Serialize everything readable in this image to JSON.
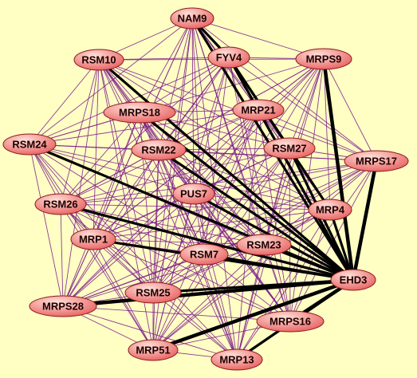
{
  "graph": {
    "colors": {
      "background": "#ffffc4",
      "edge_weak": "#7a1a8a",
      "edge_strong": "#000000",
      "node_fill_light": "#ffd0c8",
      "node_fill_dark": "#e86060",
      "node_border": "#8a1a1a"
    },
    "hub": "EHD3",
    "nodes": [
      {
        "id": "NAM9",
        "label": "NAM9"
      },
      {
        "id": "RSM10",
        "label": "RSM10"
      },
      {
        "id": "FYV4",
        "label": "FYV4"
      },
      {
        "id": "MRPS9",
        "label": "MRPS9"
      },
      {
        "id": "MRPS18",
        "label": "MRPS18"
      },
      {
        "id": "MRP21",
        "label": "MRP21"
      },
      {
        "id": "RSM24",
        "label": "RSM24"
      },
      {
        "id": "RSM22",
        "label": "RSM22"
      },
      {
        "id": "RSM27",
        "label": "RSM27"
      },
      {
        "id": "MRPS17",
        "label": "MRPS17"
      },
      {
        "id": "PUS7",
        "label": "PUS7"
      },
      {
        "id": "RSM26",
        "label": "RSM26"
      },
      {
        "id": "MRP4",
        "label": "MRP4"
      },
      {
        "id": "MRP1",
        "label": "MRP1"
      },
      {
        "id": "RSM23",
        "label": "RSM23"
      },
      {
        "id": "RSM7",
        "label": "RSM7"
      },
      {
        "id": "EHD3",
        "label": "EHD3"
      },
      {
        "id": "RSM25",
        "label": "RSM25"
      },
      {
        "id": "MRPS28",
        "label": "MRPS28"
      },
      {
        "id": "MRPS16",
        "label": "MRPS16"
      },
      {
        "id": "MRP51",
        "label": "MRP51"
      },
      {
        "id": "MRP13",
        "label": "MRP13"
      }
    ],
    "strong_edges": [
      [
        "EHD3",
        "NAM9"
      ],
      [
        "EHD3",
        "RSM10"
      ],
      [
        "EHD3",
        "FYV4"
      ],
      [
        "EHD3",
        "MRPS9"
      ],
      [
        "EHD3",
        "MRPS18"
      ],
      [
        "EHD3",
        "MRP21"
      ],
      [
        "EHD3",
        "RSM24"
      ],
      [
        "EHD3",
        "RSM22"
      ],
      [
        "EHD3",
        "RSM27"
      ],
      [
        "EHD3",
        "MRPS17"
      ],
      [
        "EHD3",
        "PUS7"
      ],
      [
        "EHD3",
        "RSM26"
      ],
      [
        "EHD3",
        "MRP4"
      ],
      [
        "EHD3",
        "MRP1"
      ],
      [
        "EHD3",
        "RSM23"
      ],
      [
        "EHD3",
        "RSM7"
      ],
      [
        "EHD3",
        "RSM25"
      ],
      [
        "EHD3",
        "MRPS28"
      ],
      [
        "EHD3",
        "MRPS16"
      ],
      [
        "EHD3",
        "MRP51"
      ],
      [
        "EHD3",
        "MRP13"
      ],
      [
        "NAM9",
        "FYV4"
      ],
      [
        "FYV4",
        "MRP4"
      ],
      [
        "FYV4",
        "RSM27"
      ]
    ]
  }
}
